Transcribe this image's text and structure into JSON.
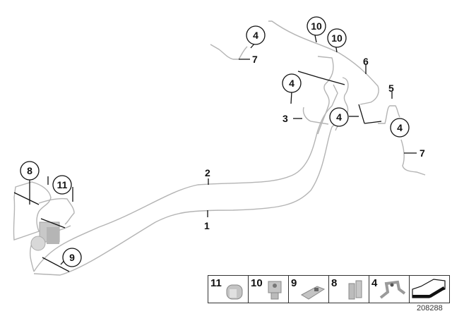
{
  "diagram": {
    "callouts_circled": [
      {
        "id": "c4a",
        "label": "4"
      },
      {
        "id": "c10a",
        "label": "10"
      },
      {
        "id": "c10b",
        "label": "10"
      },
      {
        "id": "c4b",
        "label": "4"
      },
      {
        "id": "c4c",
        "label": "4"
      },
      {
        "id": "c4d",
        "label": "4"
      },
      {
        "id": "c8",
        "label": "8"
      },
      {
        "id": "c11",
        "label": "11"
      },
      {
        "id": "c9",
        "label": "9"
      }
    ],
    "callouts_plain": [
      {
        "id": "p7a",
        "label": "7"
      },
      {
        "id": "p6",
        "label": "6"
      },
      {
        "id": "p5",
        "label": "5"
      },
      {
        "id": "p3",
        "label": "3"
      },
      {
        "id": "p7b",
        "label": "7"
      },
      {
        "id": "p2",
        "label": "2"
      },
      {
        "id": "p1",
        "label": "1"
      }
    ]
  },
  "legend": {
    "items": [
      {
        "label": "11",
        "icon": "clip-11-icon"
      },
      {
        "label": "10",
        "icon": "clip-10-icon"
      },
      {
        "label": "9",
        "icon": "clip-9-icon"
      },
      {
        "label": "8",
        "icon": "clip-8-icon"
      },
      {
        "label": "4",
        "icon": "bracket-4-icon"
      },
      {
        "label": "",
        "icon": "arrow-symbol-icon"
      }
    ]
  },
  "document_number": "208288"
}
